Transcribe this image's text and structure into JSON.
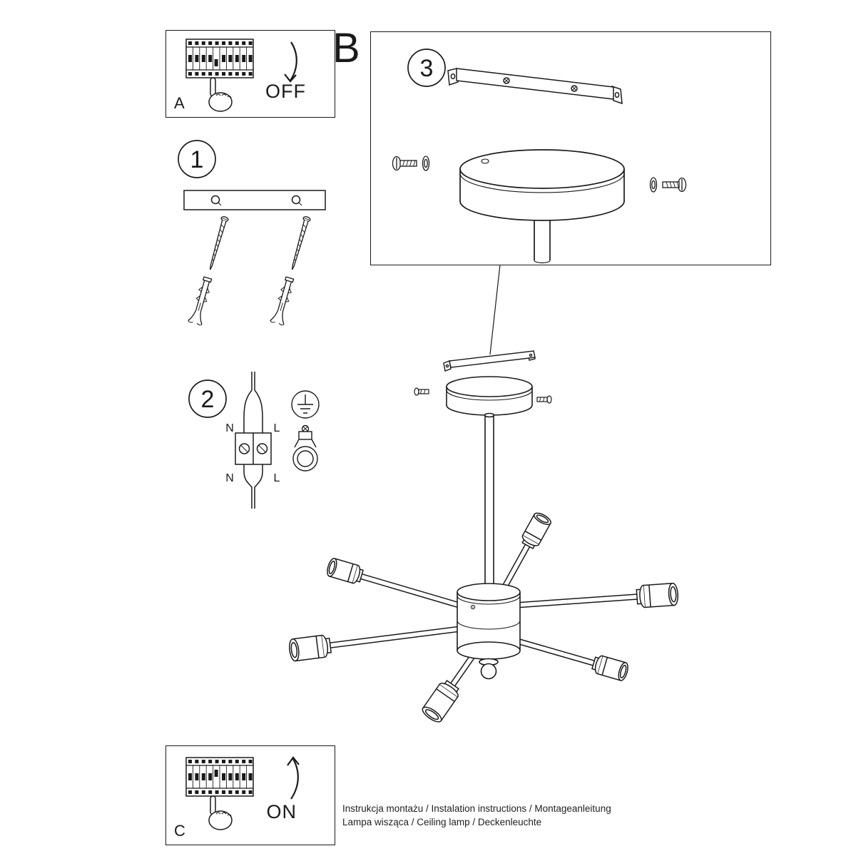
{
  "colors": {
    "ink": "#1a1a1a",
    "paper": "#ffffff"
  },
  "badges": {
    "step1": "1",
    "step2": "2",
    "step3": "3"
  },
  "panels": {
    "a": {
      "label": "A",
      "switch_state": "OFF"
    },
    "b": {
      "label": "B"
    },
    "c": {
      "label": "C",
      "switch_state": "ON"
    }
  },
  "wiring": {
    "top_left": "N",
    "top_right": "L",
    "bottom_left": "N",
    "bottom_right": "L"
  },
  "footer": {
    "line1": "Instrukcja montażu / Instalation instructions / Montageanleitung",
    "line2": "Lampa wisząca / Ceiling lamp / Deckenleuchte"
  }
}
